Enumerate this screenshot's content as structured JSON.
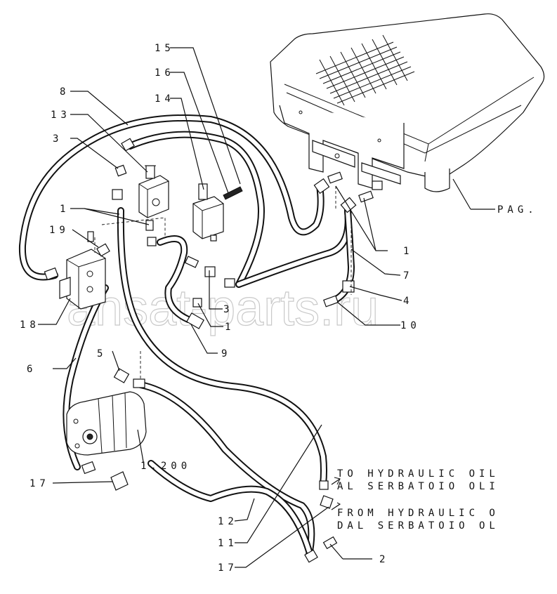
{
  "watermark": "ansat-parts.ru",
  "callouts": {
    "c15": "15",
    "c16": "16",
    "c14": "14",
    "c8": "8",
    "c13": "13",
    "c3a": "3",
    "c1a": "1",
    "c19": "19",
    "c18": "18",
    "c6": "6",
    "c5": "5",
    "c1200": "1.200",
    "c17a": "17",
    "c12": "12",
    "c11": "11",
    "c17b": "17",
    "c2": "2",
    "c10": "10",
    "c4": "4",
    "c7": "7",
    "c1b": "1",
    "c3b": "3",
    "c1c": "1",
    "c9": "9",
    "pag": "PAG."
  },
  "notes": {
    "to_line1": "TO HYDRAULIC OIL",
    "to_line2": "AL SERBATOIO OLI",
    "from_line1": "FROM HYDRAULIC O",
    "from_line2": "DAL SERBATOIO OL"
  }
}
